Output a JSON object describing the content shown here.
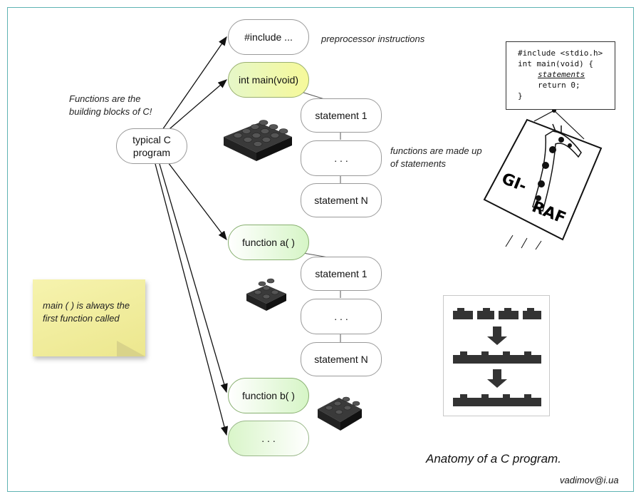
{
  "diagram": {
    "root": "typical C\nprogram",
    "nodes": {
      "include": "#include ...",
      "main": "int main(void)",
      "main_stmt1": "statement 1",
      "main_dots": ". . .",
      "main_stmtN": "statement N",
      "func_a": "function a( )",
      "a_stmt1": "statement 1",
      "a_dots": ". . .",
      "a_stmtN": "statement N",
      "func_b": "function b( )",
      "more": ". . ."
    },
    "notes": {
      "preprocessor": "preprocessor instructions",
      "building_blocks": "Functions are the\nbuilding blocks of C!",
      "made_of_statements": "functions are made up\nof statements",
      "sticky": "main ( ) is always the\nfirst function called"
    },
    "code_sample": {
      "line1": "#include <stdio.h>",
      "line2": "int main(void) {",
      "line3": "statements",
      "line4": "return 0;",
      "line5": "}"
    },
    "sign_text": {
      "left": "GI-",
      "right": "RAF"
    },
    "caption": "Anatomy of a C program.",
    "credit": "vadimov@i.ua"
  },
  "colors": {
    "frame": "#5fb3b3",
    "node_border": "#9a9a9a",
    "brick": "#333333",
    "sticky": "#f2ee9f"
  }
}
